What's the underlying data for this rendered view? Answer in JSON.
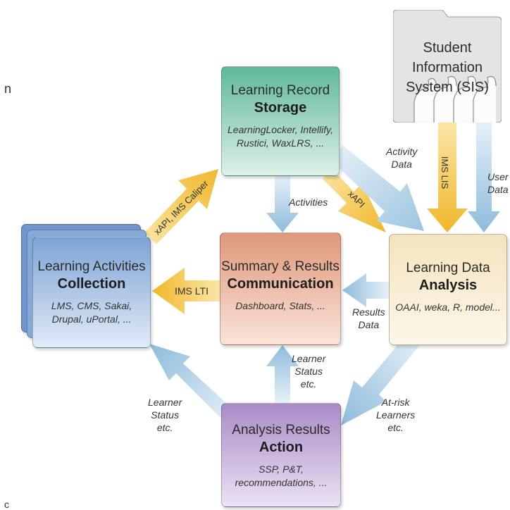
{
  "boxes": {
    "storage": {
      "title": "Learning Record",
      "title_bold": "Storage",
      "examples": [
        "LearningLocker, Intellify,",
        "Rustici, WaxLRS, ..."
      ]
    },
    "sis": {
      "lines": [
        "Student",
        "Information",
        "System (SIS)"
      ]
    },
    "collection": {
      "title": "Learning Activities",
      "title_bold": "Collection",
      "examples": [
        "LMS, CMS, Sakai,",
        "Drupal, uPortal, ..."
      ]
    },
    "communication": {
      "title": "Summary & Results",
      "title_bold": "Communication",
      "examples": [
        "Dashboard, Stats, ..."
      ]
    },
    "analysis": {
      "title": "Learning Data",
      "title_bold": "Analysis",
      "examples": [
        "OAAI, weka, R, model..."
      ]
    },
    "action": {
      "title": "Analysis Results",
      "title_bold": "Action",
      "examples": [
        "SSP, P&T,",
        "recommendations, ..."
      ]
    }
  },
  "labels": {
    "xapi_caliper": "xAPI, IMS Caliper",
    "xapi": "xAPI",
    "ims_lis": "IMS LIS",
    "ims_lti": "IMS LTI",
    "activities": "Activities",
    "activity_data": [
      "Activity",
      "Data"
    ],
    "user_data": [
      "User",
      "Data"
    ],
    "results_data": [
      "Results",
      "Data"
    ],
    "learner_status_center": [
      "Learner",
      "Status",
      "etc."
    ],
    "learner_status_left": [
      "Learner",
      "Status",
      "etc."
    ],
    "at_risk": [
      "At-risk",
      "Learners",
      "etc."
    ]
  },
  "stray": {
    "top": "n",
    "bottom": "c"
  },
  "colors": {
    "storage": "#5fb89a",
    "sis": "#d9d9d9",
    "collection": "#7da3d6",
    "communication": "#e0977a",
    "analysis": "#f5e3bd",
    "action": "#a98bc6",
    "yellow_arrow": "#f0b72a",
    "blue_arrow": "#9cc5e0"
  }
}
